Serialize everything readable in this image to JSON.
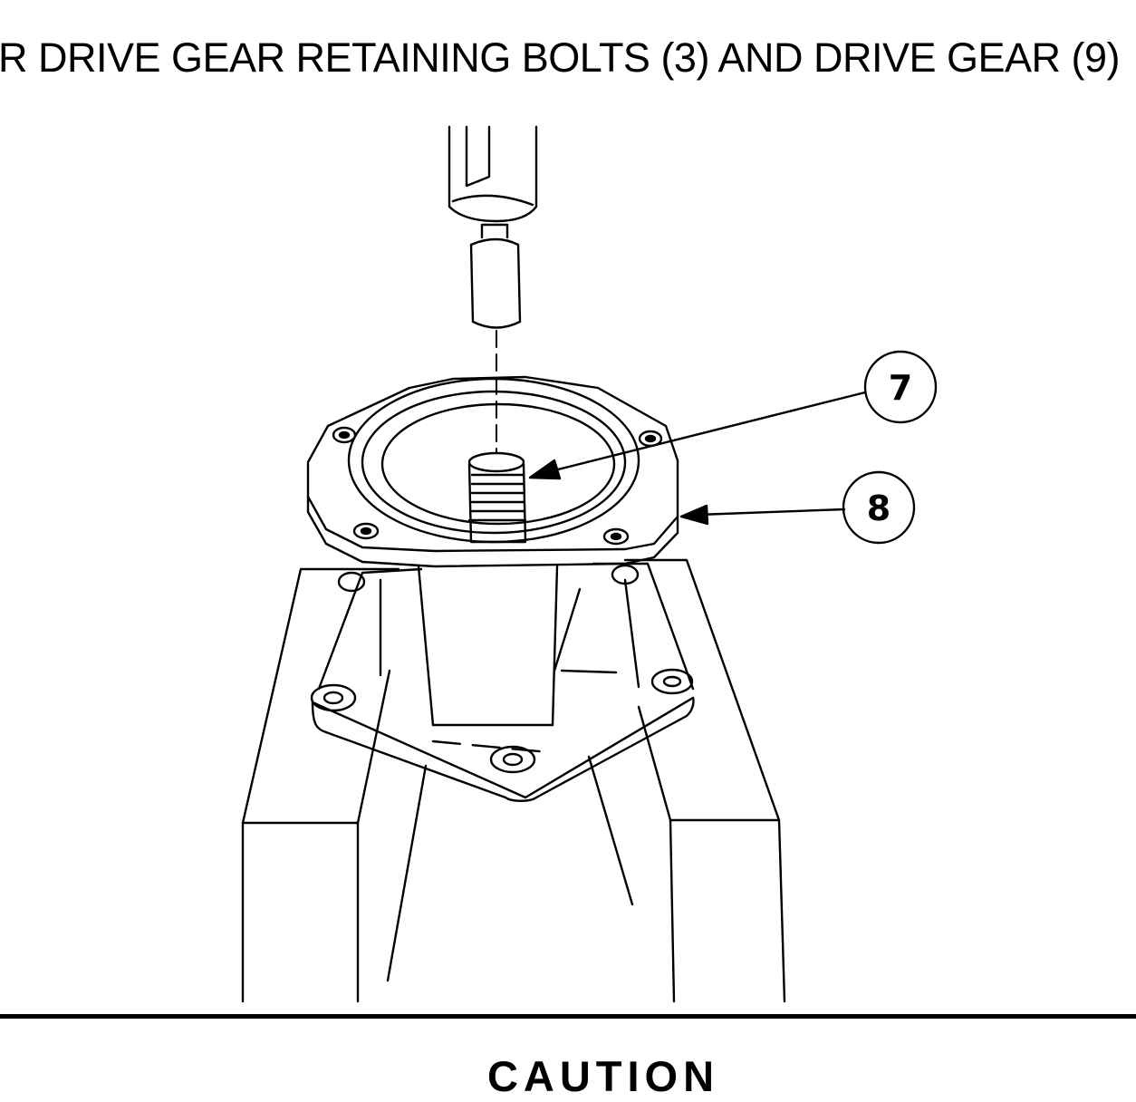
{
  "instruction": {
    "text": "R  DRIVE GEAR RETAINING BOLTS (3) AND DRIVE  GEAR (9)"
  },
  "figure": {
    "callouts": [
      {
        "label": "7"
      },
      {
        "label": "8"
      }
    ]
  },
  "caution": {
    "heading": "CAUTION"
  }
}
